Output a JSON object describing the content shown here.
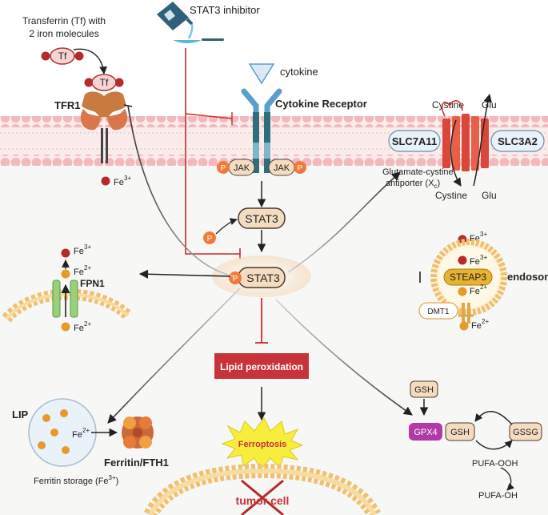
{
  "labels": {
    "tf_caption_line1": "Transferrin (Tf) with",
    "tf_caption_line2": "2 iron molecules",
    "tf": "Tf",
    "tf_bound": "Tf",
    "tfr1": "TFR1",
    "fe3_below_tfr1": "Fe",
    "inhibitor": "STAT3 inhibitor",
    "cytokine": "cytokine",
    "cytokine_receptor": "Cytokine Receptor",
    "jak_left": "JAK",
    "jak_right": "JAK",
    "p": "P",
    "stat3_top": "STAT3",
    "stat3_center": "STAT3",
    "lipid_peroxidation": "Lipid peroxidation",
    "ferroptosis": "Ferroptosis",
    "tumor_cell": "tumor cell",
    "cystine_top": "Cystine",
    "glu_top": "Glu",
    "slc7a11": "SLC7A11",
    "slc3a2": "SLC3A2",
    "antiporter_line1": "Glutamate-cystine",
    "antiporter_line2": "antiporter (X",
    "antiporter_sub": "c",
    "antiporter_close": ")",
    "cystine_bottom": "Cystine",
    "glu_bottom": "Glu",
    "fpn1": "FPN1",
    "fe": "Fe",
    "sup3": "3+",
    "sup2": "2+",
    "endosome": "endosome",
    "steap3": "STEAP3",
    "dmt1": "DMT1",
    "lip": "LIP",
    "ferritin": "Ferritin/FTH1",
    "ferritin_storage": "Ferritin storage (Fe",
    "ferritin_storage_close": ")",
    "gsh_top": "GSH",
    "gpx4": "GPX4",
    "gsh": "GSH",
    "gssg": "GSSG",
    "pufa_ooh": "PUFA-OOH",
    "pufa_oh": "PUFA-OH"
  },
  "colors": {
    "membrane_head": "#f2b8bc",
    "stat3_fill": "#f5dcc0",
    "phospho": "#f07a3a",
    "fe3": "#b52a2a",
    "fe2": "#e59a2c",
    "inhibit_red": "#cc2a2a",
    "lipid_box": "#c8323b",
    "gpx4": "#b23aa6",
    "slc_red": "#d9463a",
    "receptor_blue": "#5a9ec9",
    "receptor_teal": "#2f6f7a",
    "fpn1_green": "#9ad07a",
    "endosome_yellow": "#f5d76e"
  }
}
